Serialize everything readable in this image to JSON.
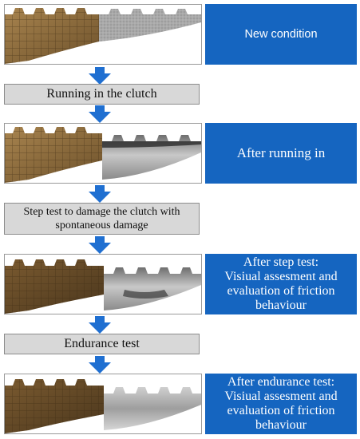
{
  "stages": {
    "s1": {
      "label": "New condition"
    },
    "s2": {
      "label": "After running in"
    },
    "s3": {
      "line1": "After step test:",
      "line2": "Visiual assesment and",
      "line3": "evaluation of friction",
      "line4": "behaviour"
    },
    "s4": {
      "line1": "After endurance test:",
      "line2": "Visiual assesment and",
      "line3": "evaluation of friction",
      "line4": "behaviour"
    }
  },
  "steps": {
    "p1": {
      "label": "Running in the clutch"
    },
    "p2": {
      "line1": "Step test to damage the  clutch with",
      "line2": "spontaneous damage"
    },
    "p3": {
      "label": "Endurance test"
    }
  },
  "colors": {
    "blue_box": "#1565c0",
    "arrow": "#1f6fd1",
    "gray_box": "#d8d8d8",
    "lining_brown": "#8b6a3a",
    "steel_gray": "#a8a8a8"
  },
  "icons": {
    "arrow": "arrow-down-icon"
  }
}
